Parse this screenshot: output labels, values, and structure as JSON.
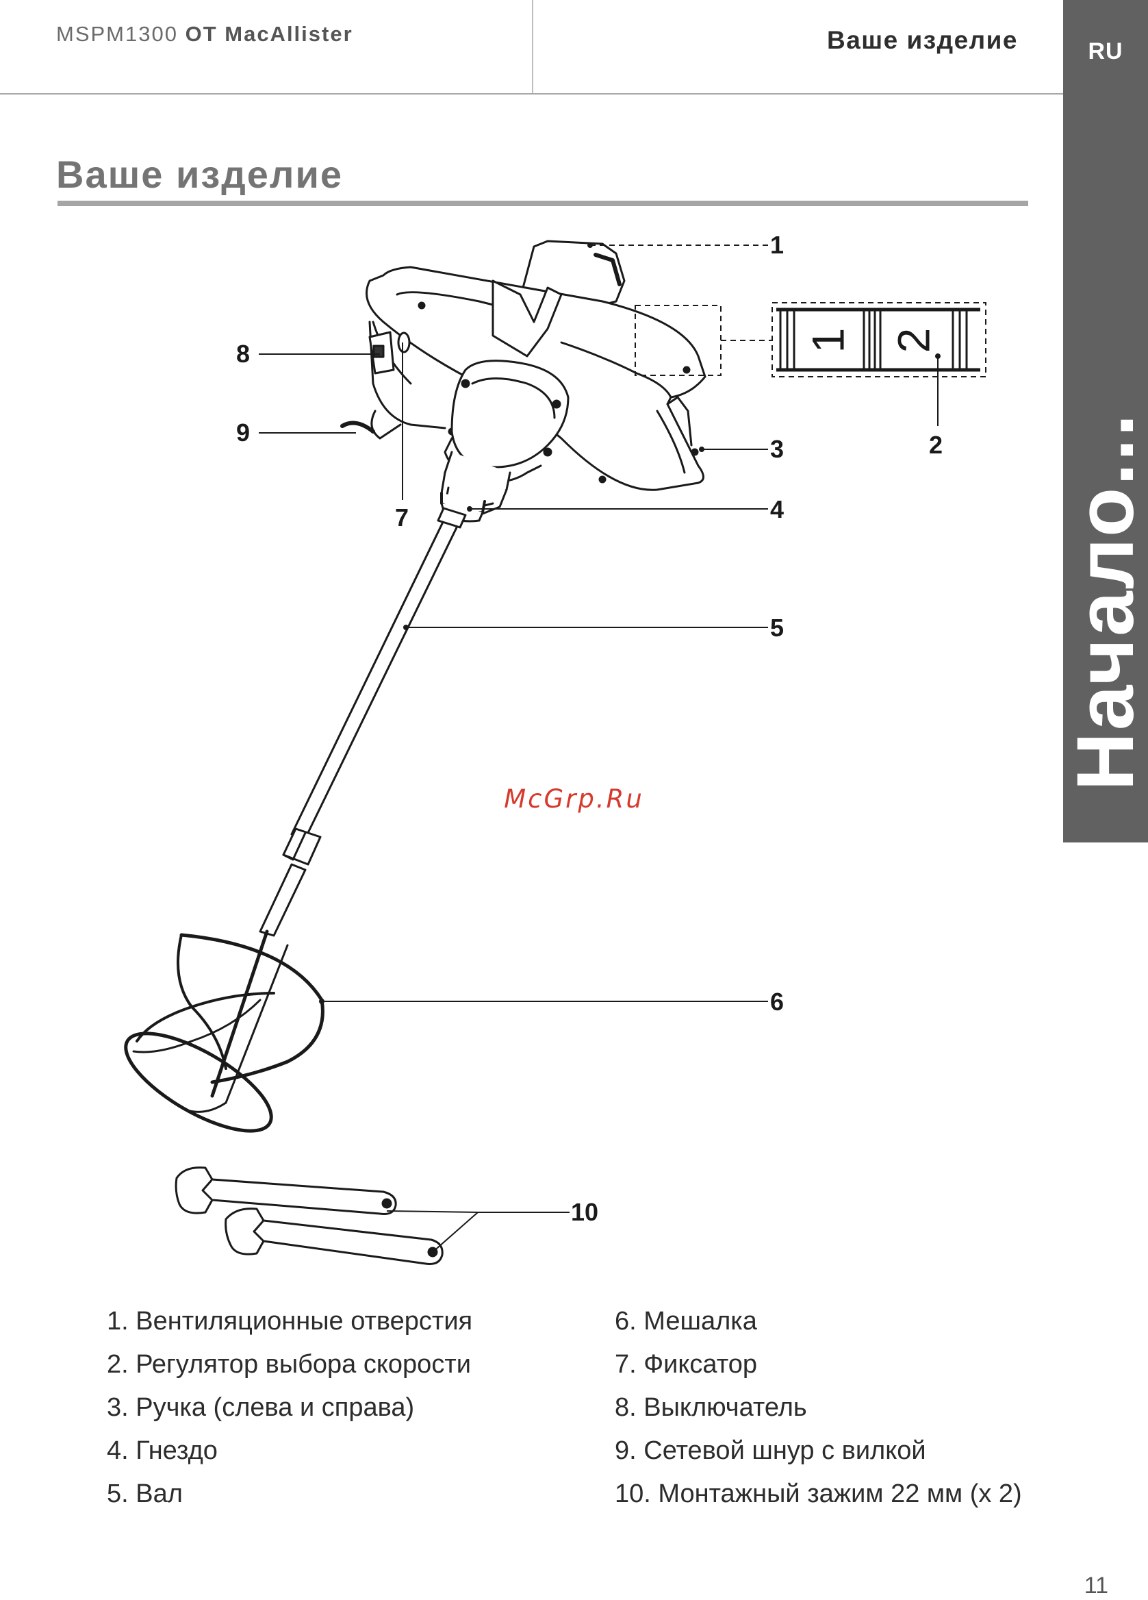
{
  "header": {
    "model": "MSPM1300",
    "brand": "ОТ MacAllister",
    "section": "Ваше изделие",
    "language": "RU",
    "chapter": "Начало..."
  },
  "title": "Ваше изделие",
  "callouts": [
    "1",
    "2",
    "3",
    "4",
    "5",
    "6",
    "7",
    "8",
    "9",
    "10"
  ],
  "speed_dial": [
    "1",
    "2"
  ],
  "watermark": "McGrp.Ru",
  "legend": {
    "left": [
      "1. Вентиляционные отверстия",
      "2. Регулятор выбора скорости",
      "3. Ручка (слева и справа)",
      "4. Гнездо",
      "5. Вал"
    ],
    "right": [
      "6. Мешалка",
      "7. Фиксатор",
      "8. Выключатель",
      "9. Сетевой шнур с вилкой",
      "10. Монтажный зажим 22 мм (x 2)"
    ]
  },
  "page_number": "11"
}
